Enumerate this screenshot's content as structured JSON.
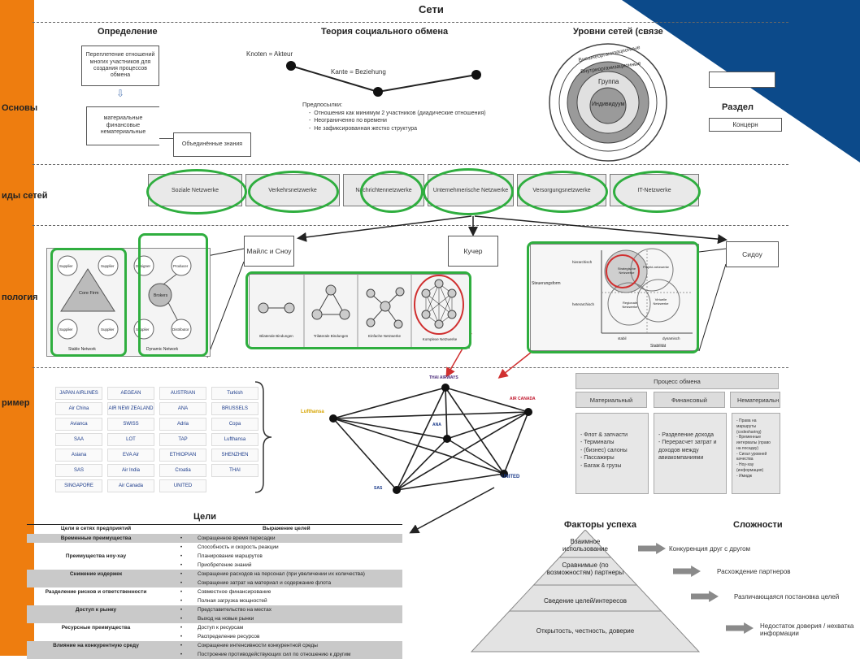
{
  "title": "Сети",
  "rows": {
    "osnovy": "Основы",
    "vidy": "иды сетей",
    "topologiya": "пология",
    "primer": "ример"
  },
  "definition": {
    "title": "Определение",
    "box": "Переплетение отношений многих участников для создания процессов обмена",
    "list": [
      "материальные",
      "финансовые",
      "нематериальные"
    ],
    "combined": "Объединённые знания"
  },
  "social_exchange": {
    "title": "Теория социального обмена",
    "node_label": "Knoten = Akteur",
    "edge_label": "Kante = Beziehung",
    "prem_title": "Предпосылки:",
    "premises": [
      "Отношения как минимум 2 участников (диадические отношения)",
      "Неограниченно по времени",
      "Не зафиксированная жестко структура"
    ]
  },
  "levels": {
    "title": "Уровни сетей (связе",
    "rings": [
      "Внешнеорганизационные",
      "Внутриорганизационные",
      "Группа",
      "Индивидуум"
    ],
    "razdel": "Раздел",
    "koncern": "Концерн"
  },
  "network_types": [
    "Soziale Netzwerke",
    "Verkehrsnetzwerke",
    "Nachrichtennetzwerke",
    "Unternehmerische Netzwerke",
    "Versorgungsnetzwerke",
    "IT-Netzwerke"
  ],
  "authors": [
    "Майлс и Сноу",
    "Кучер",
    "Сидоу"
  ],
  "topology": {
    "stable_caption": "Stable Network",
    "dynamic_caption": "Dynamic Network",
    "core_firm": "Core Firm",
    "supplier": "Supplier",
    "designer": "Designer",
    "producer": "Producer",
    "brokers": "Brokers",
    "distributor": "Distributor",
    "kucher_captions": [
      "Bilaterale Bindungen",
      "Trilaterale Bindungen",
      "Einfache Netzwerke",
      "Komplexe Netzwerke"
    ],
    "sydow_stable": "Steuerungsform",
    "sydow_x": "Stabilität",
    "sydow_hier": "hierarchisch",
    "sydow_het": "heterarchisch",
    "sydow_stabil": "stabil",
    "sydow_dyn": "dynamisch",
    "sydow_circles": [
      "Strategische Netzwerke",
      "Projekt-netzwerke",
      "Virtuelle Netzwerke",
      "Regionale Netzwerke"
    ]
  },
  "airline_logos": [
    "JAPAN AIRLINES",
    "AEGEAN",
    "AUSTRIAN",
    "Turkish",
    "Air China",
    "AIR NEW ZEALAND",
    "ANA",
    "BRUSSELS",
    "Avianca",
    "SWISS",
    "Adria",
    "Copa",
    "SAA",
    "LOT",
    "TAP",
    "Lufthansa",
    "Asiana",
    "EVA Air",
    "ETHIOPIAN",
    "SHENZHEN",
    "SAS",
    "Air India",
    "Croatia",
    "THAI",
    "SINGAPORE",
    "Air Canada",
    "UNITED"
  ],
  "graph_labels": {
    "top": "THAI AIRWAYS",
    "right": "AIR CANADA",
    "left": "Lufthansa",
    "mid": "ANA",
    "bottom_left": "SAS",
    "bottom_right": "UNITED"
  },
  "exchange": {
    "title": "Процесс обмена",
    "cols": [
      "Материальный",
      "Финансовый",
      "Нематериальн"
    ],
    "material": [
      "- Флот & запчасти",
      "- Терминалы",
      "- (бизнес) салоны",
      "- Пассажиры",
      "- Багаж & грузы"
    ],
    "financial": [
      "- Разделение дохода",
      "- Перерасчет затрат и доходов между авиакомпаниями"
    ],
    "immaterial": [
      "- Права на маршруты (codesharing)",
      "- Временные интервалы (право на посадку)",
      "- Сигал уровней качества",
      "- Ноу-хау (информация)",
      "- Имидж"
    ]
  },
  "goals": {
    "title": "Цели",
    "head_left": "Цели в сетях предприятий",
    "head_right": "Выражение целей",
    "rows": [
      {
        "goal": "Временные преимущества",
        "text": "Сокращенное время пересадки",
        "shade": true
      },
      {
        "goal": "",
        "text": "Способность и скорость реакции",
        "shade": false
      },
      {
        "goal": "Преимущества ноу-хау",
        "text": "Планирование маршрутов",
        "shade": false
      },
      {
        "goal": "",
        "text": "Приобретение знаний",
        "shade": false
      },
      {
        "goal": "Снижение издержек",
        "text": "Сокращение расходов на персонал (при увеличении их количества)",
        "shade": true
      },
      {
        "goal": "",
        "text": "Сокращение затрат на материал и содержание флота",
        "shade": true
      },
      {
        "goal": "Разделение рисков и ответственности",
        "text": "Совместное финансирование",
        "shade": false
      },
      {
        "goal": "",
        "text": "Полная загрузка мощностей",
        "shade": false
      },
      {
        "goal": "Доступ к рынку",
        "text": "Представительство на местах",
        "shade": true
      },
      {
        "goal": "",
        "text": "Выход на новые рынки",
        "shade": true
      },
      {
        "goal": "Ресурсные преимущества",
        "text": "Доступ к ресурсам",
        "shade": false
      },
      {
        "goal": "",
        "text": "Распределение ресурсов",
        "shade": false
      },
      {
        "goal": "Влияние на конкурентную среду",
        "text": "Сокращение интенсивности конкурентной среды",
        "shade": true
      },
      {
        "goal": "",
        "text": "Построение противодействующих сил по отношению к другим",
        "shade": true
      }
    ]
  },
  "success": {
    "title": "Факторы успеха",
    "levels": [
      "Взаимное использование",
      "Сравнимые (по возможностям) партнеры",
      "Сведение целей/интересов",
      "Открытость, честность, доверие"
    ]
  },
  "difficulties": {
    "title": "Сложности",
    "items": [
      "Конкуренция друг с другом",
      "Расхождение партнеров",
      "Различающаяся постановка целей",
      "Недостаток доверия / нехватка информации"
    ]
  },
  "colors": {
    "orange": "#ee7d0f",
    "blue": "#0c4a8a",
    "green": "#2fae3f",
    "red": "#d03030"
  }
}
